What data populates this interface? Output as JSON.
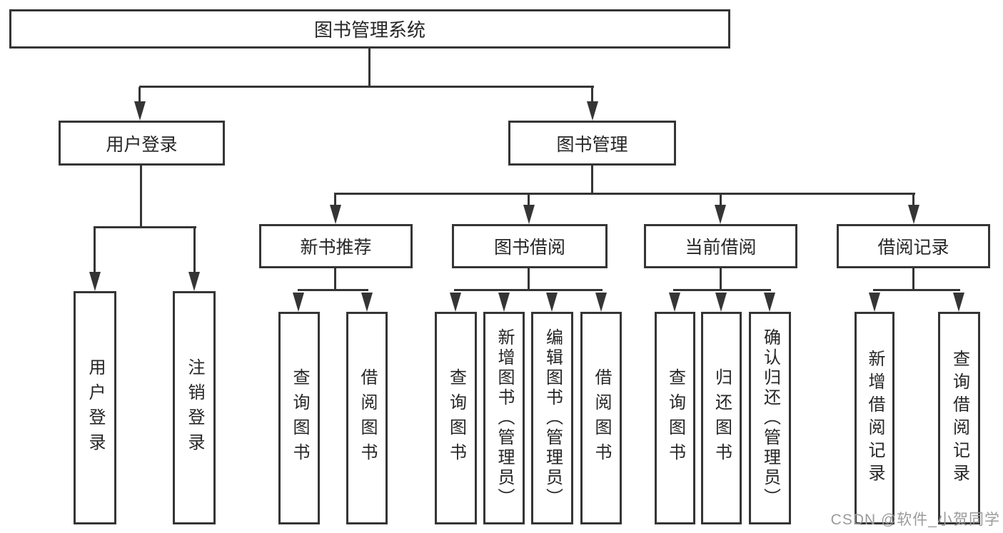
{
  "diagram": {
    "root": {
      "label": "图书管理系统"
    },
    "branches": {
      "user_login": {
        "label": "用户登录",
        "children": [
          {
            "label": "用户登录"
          },
          {
            "label": "注销登录"
          }
        ]
      },
      "book_mgmt": {
        "label": "图书管理",
        "sections": [
          {
            "label": "新书推荐",
            "children": [
              {
                "label": "查询图书"
              },
              {
                "label": "借阅图书"
              }
            ]
          },
          {
            "label": "图书借阅",
            "children": [
              {
                "label": "查询图书"
              },
              {
                "label": "新增图书（管理员）"
              },
              {
                "label": "编辑图书（管理员）"
              },
              {
                "label": "借阅图书"
              }
            ]
          },
          {
            "label": "当前借阅",
            "children": [
              {
                "label": "查询图书"
              },
              {
                "label": "归还图书"
              },
              {
                "label": "确认归还（管理员）"
              }
            ]
          },
          {
            "label": "借阅记录",
            "children": [
              {
                "label": "新增借阅记录"
              },
              {
                "label": "查询借阅记录"
              }
            ]
          }
        ]
      }
    }
  },
  "watermark": {
    "text": "CSDN @软件_小贺同学"
  },
  "colors": {
    "line": "#353535",
    "text": "#262626",
    "watermark": "#9b9b9b",
    "background": "#ffffff"
  }
}
